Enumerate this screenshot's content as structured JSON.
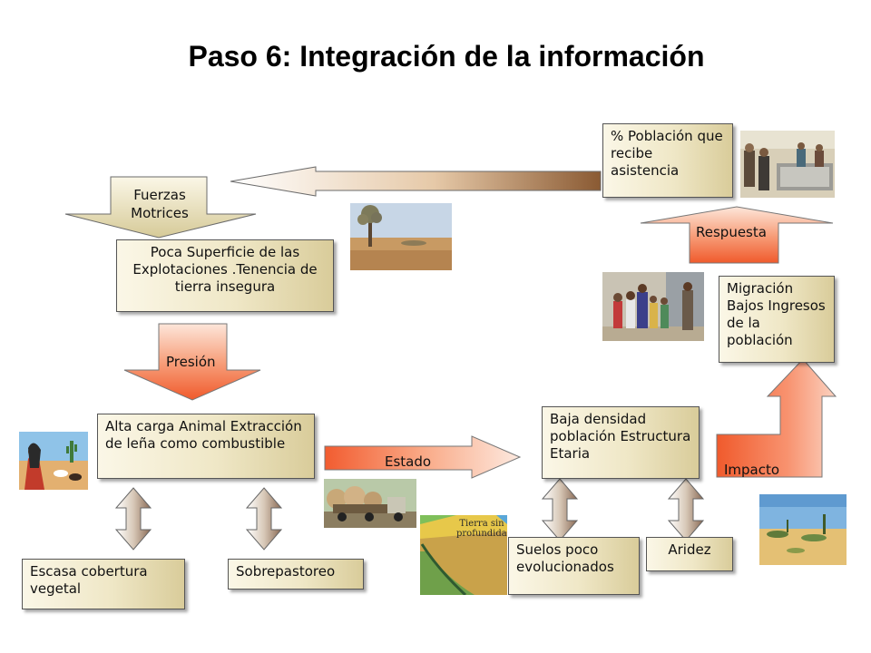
{
  "title": "Paso 6: Integración de la información",
  "diagram": {
    "fuerzas_motrices": "Fuerzas Motrices",
    "poca_superficie": "Poca Superficie de las Explotaciones .Tenencia de tierra insegura",
    "presion": "Presión",
    "alta_carga": "Alta carga Animal Extracción de leña como combustible",
    "estado": "Estado",
    "baja_densidad": "Baja densidad población Estructura Etaria",
    "impacto": "Impacto",
    "migracion": "Migración Bajos Ingresos de la población",
    "respuesta": "Respuesta",
    "poblacion_asistencia": "% Población que recibe asistencia",
    "escasa_cobertura": "Escasa cobertura vegetal",
    "sobrepastoreo": "Sobrepastoreo",
    "suelos": "Suelos poco evolucionados",
    "aridez": "Aridez",
    "soil_image_text": "Tierra sin profundidad"
  },
  "colors": {
    "box_light": "#fbf7e7",
    "box_dark": "#d9cc9a",
    "arrow_orange": "#f36d45",
    "arrow_brown": "#8a5a33"
  }
}
